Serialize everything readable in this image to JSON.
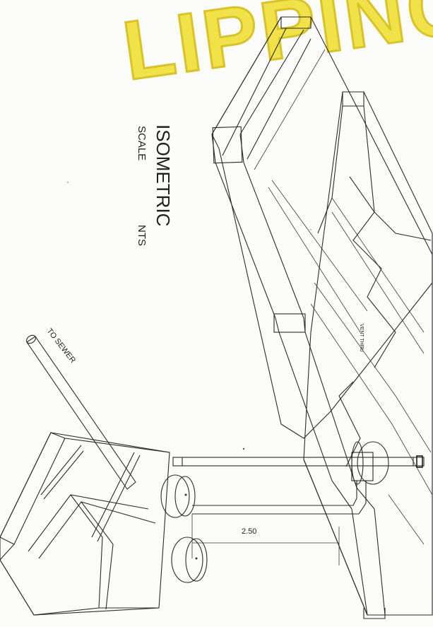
{
  "watermark": {
    "text": "LIPPINCOTT",
    "color": "#f1e24a",
    "stroke": "#d9c62d"
  },
  "title": {
    "main": "ISOMETRIC",
    "scale_label": "SCALE",
    "scale_value": "NTS"
  },
  "labels": {
    "to_sewer": "TO SEWER",
    "vent_thru": "VENT THRU",
    "dimension": "2.50"
  }
}
